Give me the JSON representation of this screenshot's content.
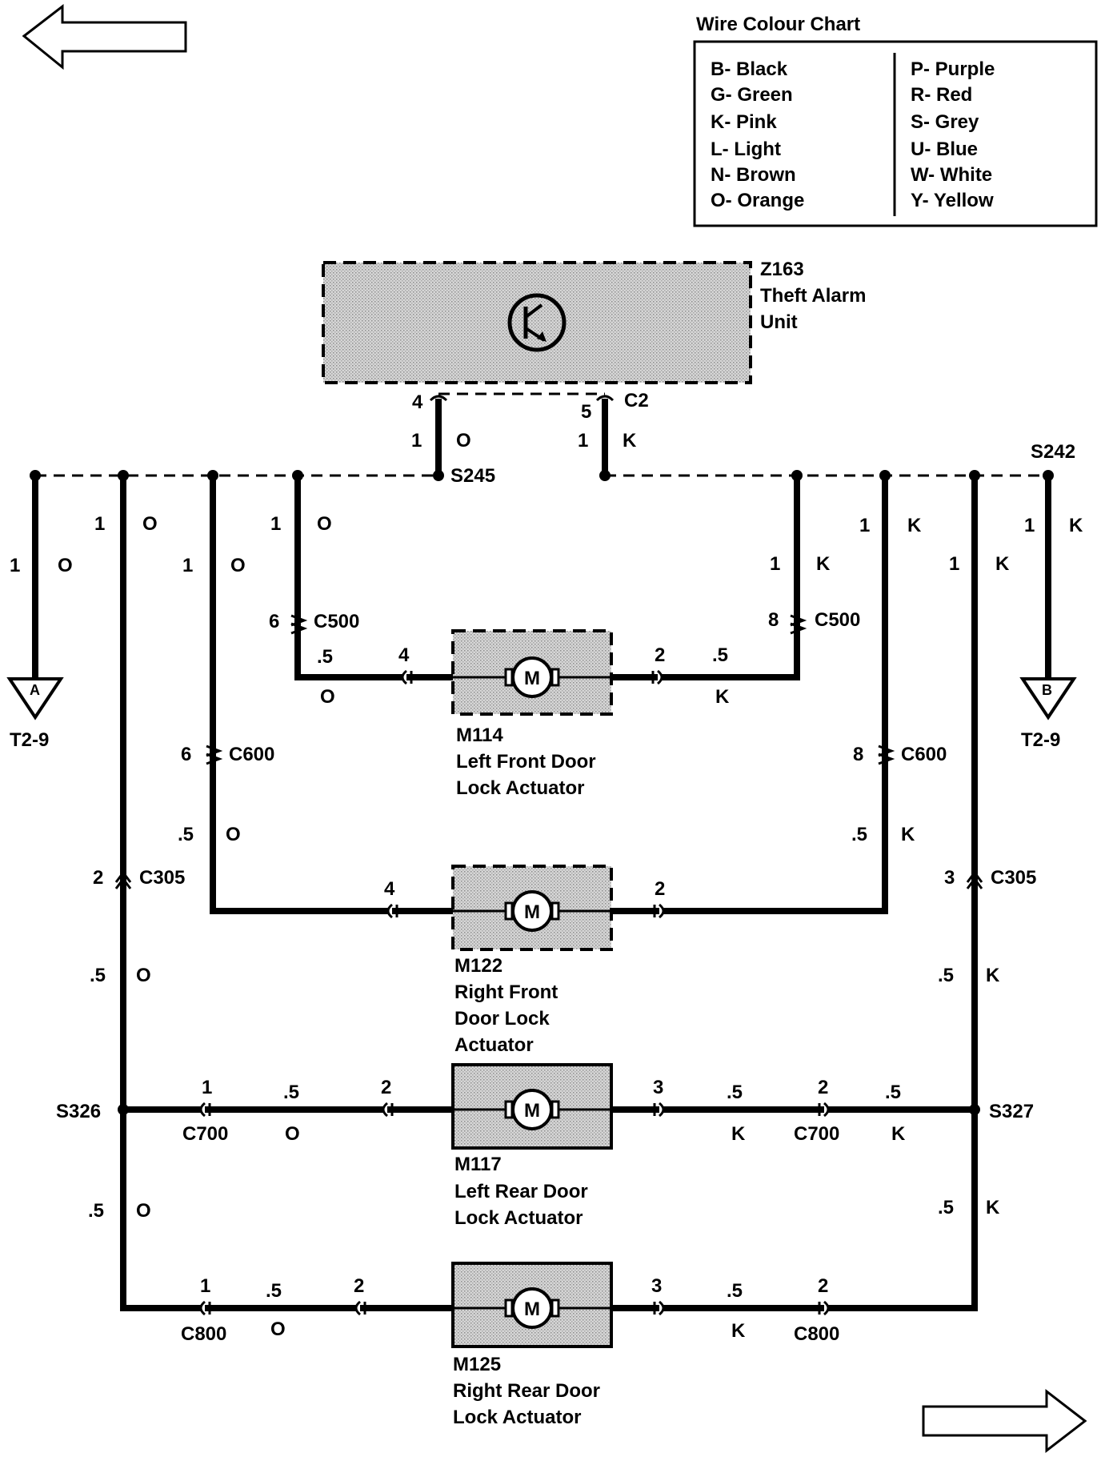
{
  "nav": {
    "back_arrow_icon": "left-arrow-icon",
    "forward_arrow_icon": "right-arrow-icon"
  },
  "legend": {
    "title": "Wire Colour Chart",
    "left": [
      "B- Black",
      "G- Green",
      "K- Pink",
      "L- Light",
      "N- Brown",
      "O- Orange"
    ],
    "right": [
      "P- Purple",
      "R- Red",
      "S- Grey",
      "U- Blue",
      "W- White",
      "Y- Yellow"
    ]
  },
  "z163": {
    "id": "Z163",
    "line1": "Theft Alarm",
    "line2": "Unit",
    "icon": "transistor-icon"
  },
  "c2": {
    "connector": "C2",
    "pin_o": "4",
    "pin_k": "5",
    "size_o": "1",
    "color_o": "O",
    "size_k": "1",
    "color_k": "K"
  },
  "splices": {
    "s245": "S245",
    "s242": "S242",
    "s326": "S326",
    "s327": "S327"
  },
  "left_wires": {
    "w1": {
      "size": "1",
      "color": "O"
    },
    "w2": {
      "size": "1",
      "color": "O"
    },
    "w3": {
      "size": "1",
      "color": "O"
    },
    "w4": {
      "size": "1",
      "color": "O"
    }
  },
  "right_wires": {
    "w1": {
      "size": "1",
      "color": "K"
    },
    "w2": {
      "size": "1",
      "color": "K"
    },
    "w3": {
      "size": "1",
      "color": "K"
    },
    "w4": {
      "size": "1",
      "color": "K"
    }
  },
  "offpage": {
    "a": {
      "letter": "A",
      "ref": "T2-9"
    },
    "b": {
      "letter": "B",
      "ref": "T2-9"
    }
  },
  "m114": {
    "id": "M114",
    "line1": "Left Front Door",
    "line2": "Lock Actuator",
    "c500_left_pin": "6",
    "c500_right_pin": "8",
    "c500": "C500",
    "pin_left": "4",
    "pin_right": "2",
    "size_left": ".5",
    "color_left": "O",
    "size_right": ".5",
    "color_right": "K"
  },
  "m122": {
    "id": "M122",
    "line1": "Right Front",
    "line2": "Door Lock",
    "line3": "Actuator",
    "c600_left_pin": "6",
    "c600_right_pin": "8",
    "c600": "C600",
    "size_left": ".5",
    "color_left": "O",
    "size_right": ".5",
    "color_right": "K",
    "pin_left": "4",
    "pin_right": "2"
  },
  "c305": {
    "name": "C305",
    "left_pin": "2",
    "right_pin": "3"
  },
  "mid_wires": {
    "left_size": ".5",
    "left_color": "O",
    "right_size": ".5",
    "right_color": "K"
  },
  "m117": {
    "id": "M117",
    "line1": "Left Rear Door",
    "line2": "Lock Actuator",
    "c700": "C700",
    "c700_l_pin": "1",
    "pin_left": "2",
    "pin_right": "3",
    "c700_r_pin": "2",
    "size_l": ".5",
    "color_l": "O",
    "size_r1": ".5",
    "color_r1": "K",
    "size_r2": ".5",
    "color_r2": "K"
  },
  "low_wires": {
    "left_size": ".5",
    "left_color": "O",
    "right_size": ".5",
    "right_color": "K"
  },
  "m125": {
    "id": "M125",
    "line1": "Right Rear Door",
    "line2": "Lock Actuator",
    "c800": "C800",
    "c800_l_pin": "1",
    "pin_left": "2",
    "pin_right": "3",
    "c800_r_pin": "2",
    "size_l": ".5",
    "color_l": "O",
    "size_r": ".5",
    "color_r": "K"
  },
  "motor_symbol": "M"
}
